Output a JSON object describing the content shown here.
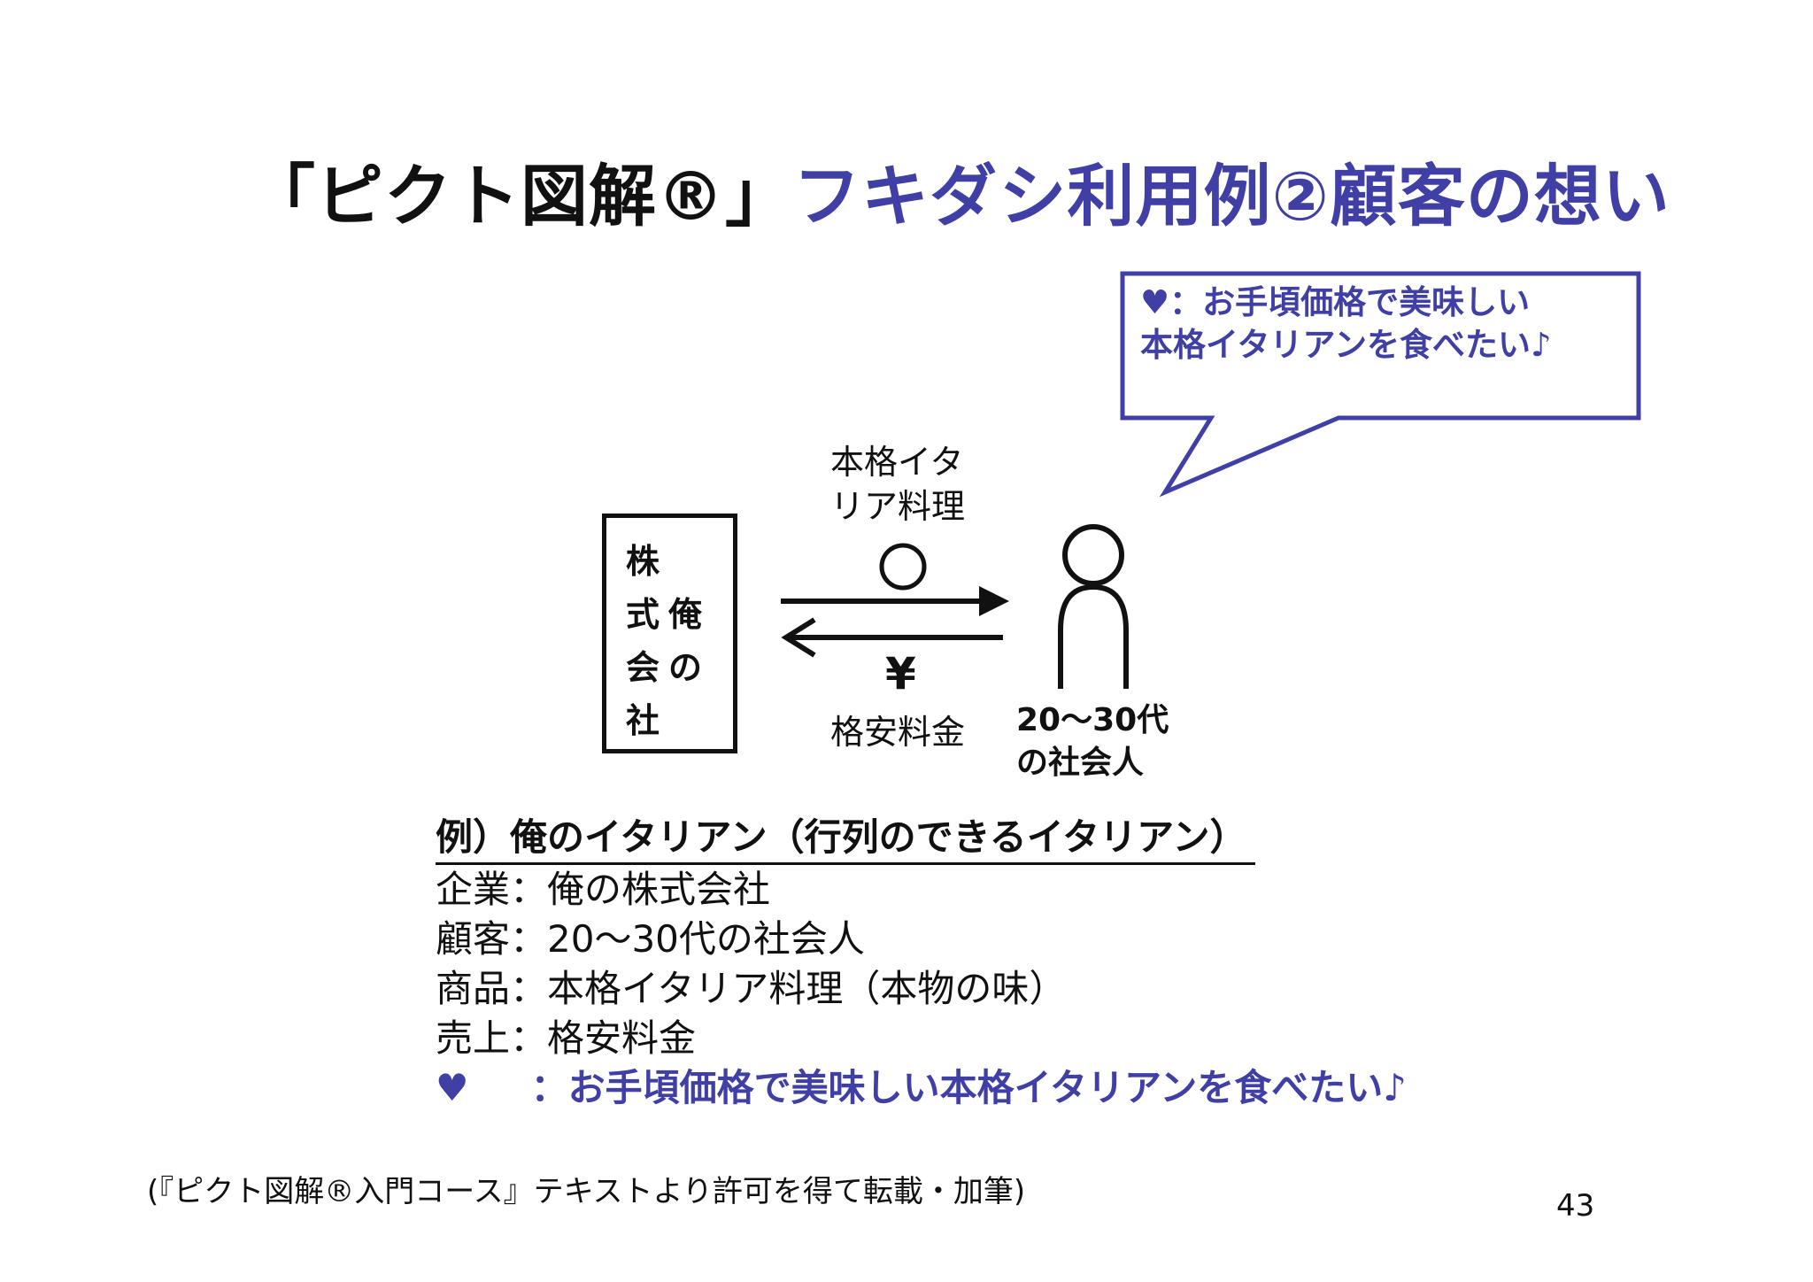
{
  "title": {
    "part1": "「ピクト図解®」",
    "part2": "フキダシ利用例②顧客の想い"
  },
  "bubble": {
    "line1": "♥：お手頃価格で美味しい",
    "line2": "本格イタリアンを食べたい♪"
  },
  "company": {
    "chars": [
      "株",
      "式",
      "俺",
      "会",
      "の",
      "社"
    ]
  },
  "product_label": {
    "line1": "本格イタ",
    "line2": "リア料理"
  },
  "price_label": "格安料金",
  "yen_symbol": "¥",
  "customer_label": {
    "line1": "20～30代",
    "line2": "の社会人"
  },
  "example": {
    "heading": "例）俺のイタリアン（行列のできるイタリアン）",
    "lines": [
      "企業：俺の株式会社",
      "顧客：20～30代の社会人",
      "商品：本格イタリア料理（本物の味）",
      "売上：格安料金"
    ],
    "wish_icon": "♥",
    "wish_text": "：お手頃価格で美味しい本格イタリアンを食べたい♪"
  },
  "footer": "(『ピクト図解®入門コース』テキストより許可を得て転載・加筆)",
  "page_number": "43",
  "colors": {
    "accent": "#3f3fa5",
    "text": "#111111",
    "background": "#ffffff"
  }
}
